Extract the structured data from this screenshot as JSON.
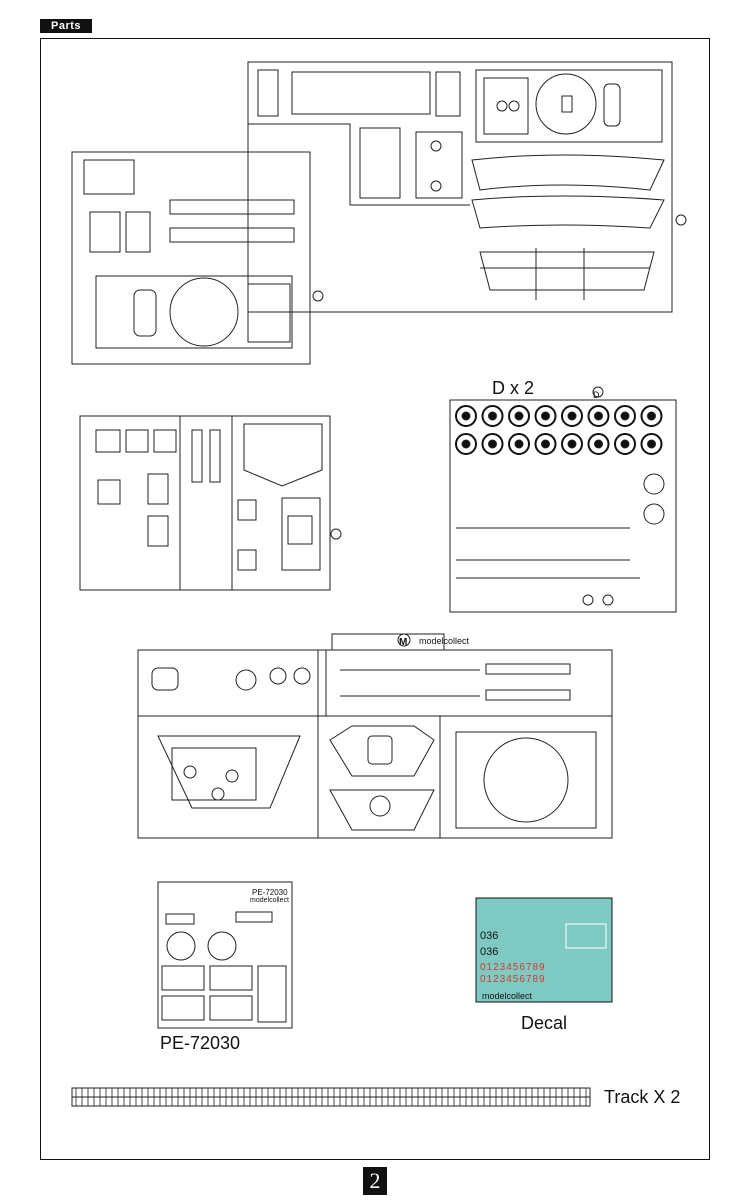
{
  "header": {
    "section_tag": "Parts"
  },
  "sprues": {
    "d_label": "D x 2",
    "d_logo_letter": "D",
    "m_logo_letter": "M",
    "brand_text": "modelcollect"
  },
  "photo_etch": {
    "code": "PE-72030",
    "sheet_code": "PE-72030",
    "sheet_brand": "modelcollect"
  },
  "decal": {
    "label": "Decal",
    "brand": "modelcollect",
    "number_1": "036",
    "number_2": "036",
    "digits_row_1": "0123456789",
    "digits_row_2": "0123456789",
    "colors": {
      "sheet": "#7fc9c3",
      "red": "#d23b2f",
      "yellow": "#d9c23a",
      "black": "#111111"
    }
  },
  "track": {
    "label": "Track X 2"
  },
  "footer": {
    "page_number": "2"
  }
}
